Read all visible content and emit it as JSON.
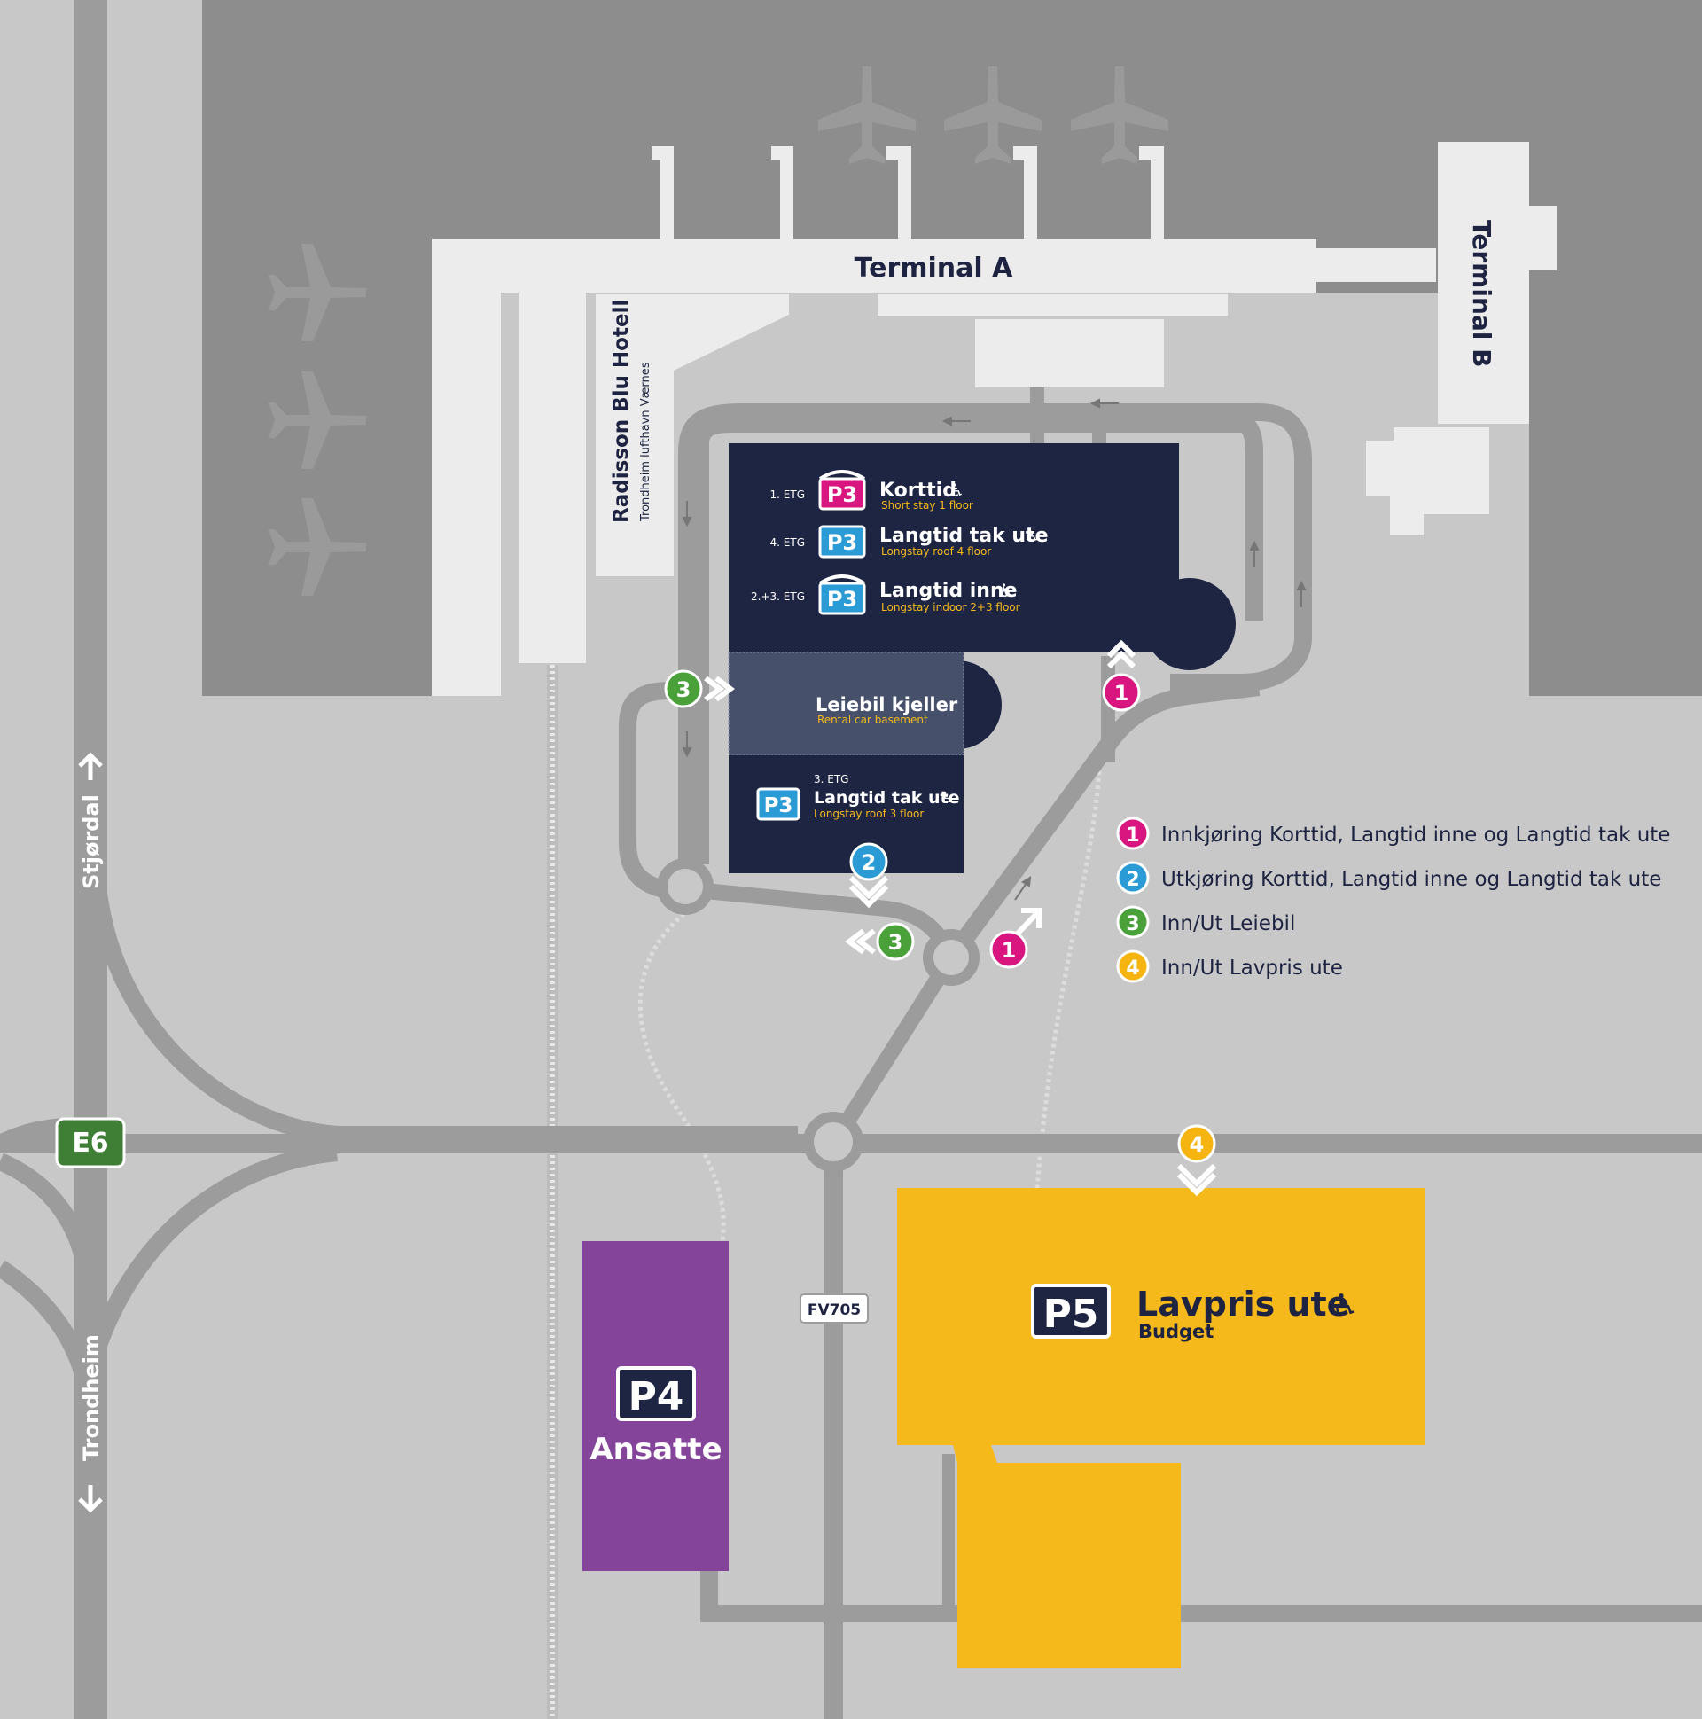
{
  "terminals": {
    "terminal_a": "Terminal A",
    "terminal_b": "Terminal B"
  },
  "hotel": {
    "name": "Radisson Blu Hotell",
    "sub": "Trondheim lufthavn Værnes"
  },
  "p3_upper": {
    "badge": "P3",
    "levels": [
      {
        "floor": "1. ETG",
        "name": "Korttid",
        "sub": "Short stay 1 floor",
        "accessible": "♿"
      },
      {
        "floor": "4. ETG",
        "name": "Langtid tak ute",
        "sub": "Longstay roof 4 floor",
        "accessible": "♿"
      },
      {
        "floor": "2.+3. ETG",
        "name": "Langtid inne",
        "sub": "Longstay indoor 2+3 floor",
        "accessible": "♿"
      }
    ]
  },
  "rental": {
    "name": "Leiebil kjeller",
    "sub": "Rental car basement"
  },
  "p3_lower": {
    "badge": "P3",
    "floor": "3. ETG",
    "name": "Langtid tak ute",
    "sub": "Longstay roof 3 floor",
    "accessible": "♿"
  },
  "markers": {
    "m1": "1",
    "m2": "2",
    "m3": "3",
    "m4": "4"
  },
  "legend": [
    {
      "num": "1",
      "text": "Innkjøring Korttid, Langtid inne og Langtid tak ute",
      "color": "#d9157f"
    },
    {
      "num": "2",
      "text": "Utkjøring Korttid, Langtid inne og Langtid tak ute",
      "color": "#2b9bd6"
    },
    {
      "num": "3",
      "text": "Inn/Ut Leiebil",
      "color": "#4aa13a"
    },
    {
      "num": "4",
      "text": "Inn/Ut Lavpris ute",
      "color": "#f5b40f"
    }
  ],
  "roads": {
    "stjordal": "Stjørdal",
    "trondheim": "Trondheim",
    "e6": "E6",
    "fv705": "FV705"
  },
  "p4": {
    "badge": "P4",
    "name": "Ansatte",
    "color": "#84449a"
  },
  "p5": {
    "badge": "P5",
    "name": "Lavpris ute",
    "sub": "Budget",
    "accessible": "♿",
    "color": "#f5b91c"
  },
  "colors": {
    "navy": "#1e2543",
    "rental": "#46506b",
    "apron": "#8d8d8d",
    "ground": "#c8c8c8",
    "road": "#9c9c9c",
    "building": "#ececec",
    "p3_pink": "#d9157f",
    "p3_blue": "#2b9bd6"
  }
}
